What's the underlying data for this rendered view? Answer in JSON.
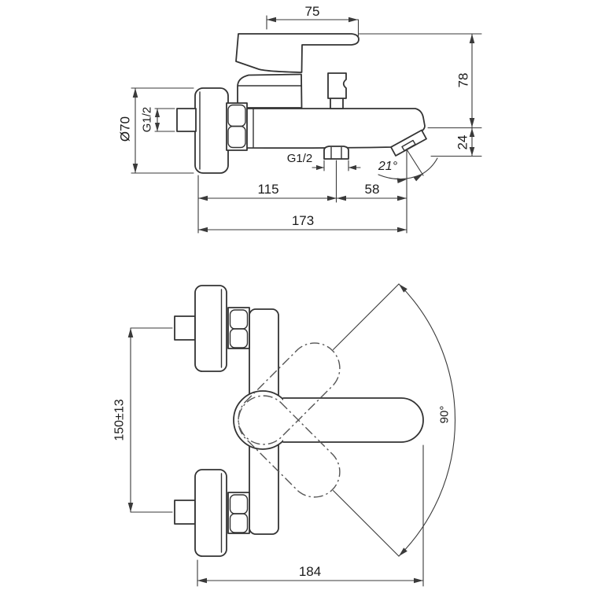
{
  "style": {
    "background": "#ffffff",
    "line_color": "#333333",
    "dimension_color": "#3a3a3a",
    "phantom_line_color": "#555555"
  },
  "side_view": {
    "labels": {
      "handle_projection": "75",
      "wall_to_spout_height": "78",
      "spout_tip_drop": "24",
      "escutcheon_diameter": "Ø70",
      "inlet_thread": "G1/2",
      "shower_outlet_thread": "G1/2",
      "spout_angle": "21°",
      "wall_to_outlet": "115",
      "outlet_to_tip": "58",
      "total_projection": "173"
    }
  },
  "front_view": {
    "labels": {
      "inlet_centers": "150±13",
      "handle_swing": "90°",
      "overall_width": "184"
    }
  }
}
